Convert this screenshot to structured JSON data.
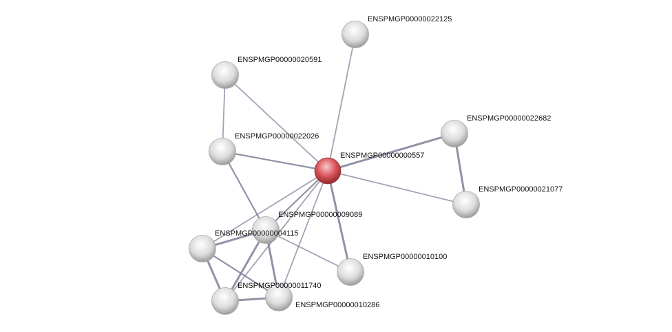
{
  "network": {
    "nodes": [
      {
        "id": "ENSPMGP00000000557",
        "query": true
      },
      {
        "id": "ENSPMGP00000022125"
      },
      {
        "id": "ENSPMGP00000020591"
      },
      {
        "id": "ENSPMGP00000022026"
      },
      {
        "id": "ENSPMGP00000022682"
      },
      {
        "id": "ENSPMGP00000021077"
      },
      {
        "id": "ENSPMGP00000009089"
      },
      {
        "id": "ENSPMGP00000004115"
      },
      {
        "id": "ENSPMGP00000010100"
      },
      {
        "id": "ENSPMGP00000010286"
      },
      {
        "id": "ENSPMGP00000011740"
      }
    ],
    "edges": [
      [
        "ENSPMGP00000000557",
        "ENSPMGP00000022125",
        1
      ],
      [
        "ENSPMGP00000000557",
        "ENSPMGP00000020591",
        1
      ],
      [
        "ENSPMGP00000000557",
        "ENSPMGP00000022026",
        2
      ],
      [
        "ENSPMGP00000000557",
        "ENSPMGP00000022682",
        3
      ],
      [
        "ENSPMGP00000000557",
        "ENSPMGP00000021077",
        1
      ],
      [
        "ENSPMGP00000000557",
        "ENSPMGP00000009089",
        2
      ],
      [
        "ENSPMGP00000000557",
        "ENSPMGP00000004115",
        1
      ],
      [
        "ENSPMGP00000000557",
        "ENSPMGP00000010100",
        3
      ],
      [
        "ENSPMGP00000000557",
        "ENSPMGP00000011740",
        1
      ],
      [
        "ENSPMGP00000000557",
        "ENSPMGP00000010286",
        1
      ],
      [
        "ENSPMGP00000020591",
        "ENSPMGP00000022026",
        1
      ],
      [
        "ENSPMGP00000022026",
        "ENSPMGP00000009089",
        2
      ],
      [
        "ENSPMGP00000022682",
        "ENSPMGP00000021077",
        3
      ],
      [
        "ENSPMGP00000009089",
        "ENSPMGP00000004115",
        3
      ],
      [
        "ENSPMGP00000009089",
        "ENSPMGP00000011740",
        3
      ],
      [
        "ENSPMGP00000009089",
        "ENSPMGP00000010286",
        3
      ],
      [
        "ENSPMGP00000009089",
        "ENSPMGP00000010100",
        1
      ],
      [
        "ENSPMGP00000004115",
        "ENSPMGP00000011740",
        3
      ],
      [
        "ENSPMGP00000004115",
        "ENSPMGP00000010286",
        2
      ],
      [
        "ENSPMGP00000011740",
        "ENSPMGP00000010286",
        3
      ]
    ],
    "colors": {
      "query_node": "#d9545a",
      "node": "#d8d8d8",
      "edge": "#8a8ca2"
    }
  }
}
